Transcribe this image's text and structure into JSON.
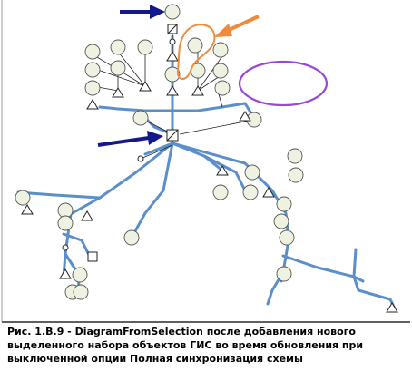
{
  "caption": {
    "lines": [
      "Рис. 1.В.9 - DiagramFromSelection после добавления нового",
      "выделенного набора объектов ГИС во время обновления при",
      "выключенной опции Полная синхронизация схемы"
    ]
  },
  "colors": {
    "pipe": "#5b8fcc",
    "node_fill": "#eef3e1",
    "node_stroke": "#555555",
    "arrow_blue": "#13188c",
    "arrow_orange": "#f08a3c",
    "highlight_orange": "#f08a3c",
    "highlight_purple": "#9a46d6",
    "frame": "#000000"
  },
  "icons": [
    "circle-node-icon",
    "triangle-node-icon",
    "square-node-icon",
    "annotated-node-icon"
  ]
}
